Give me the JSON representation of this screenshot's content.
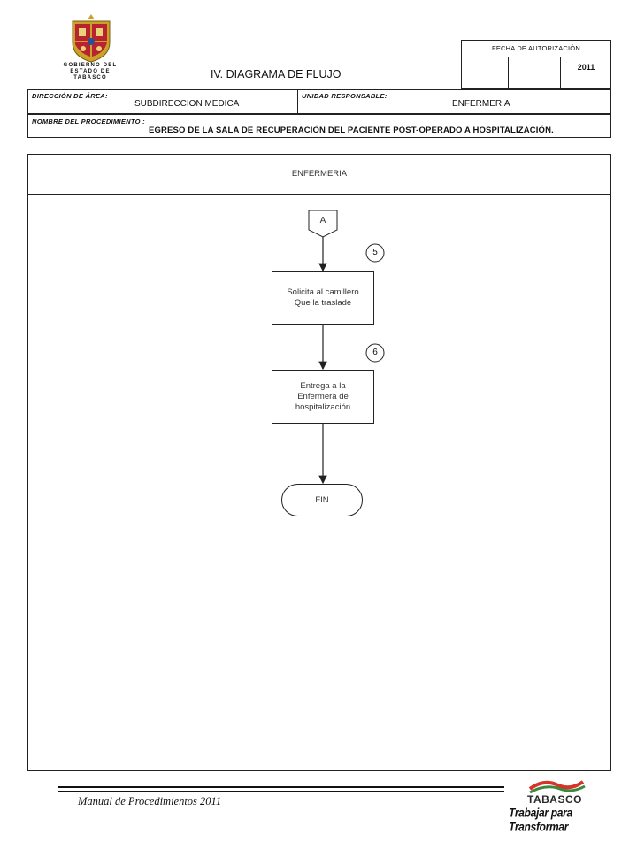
{
  "header": {
    "logo_text": "GOBIERNO DEL\nESTADO DE\nTABASCO",
    "title": "IV. DIAGRAMA  DE FLUJO",
    "fecha_label": "FECHA DE AUTORIZACIÓN",
    "year": "2011",
    "direccion_label": "DIRECCIÓN DE ÁREA:",
    "direccion_value": "SUBDIRECCION MEDICA",
    "unidad_label": "UNIDAD RESPONSABLE:",
    "unidad_value": "ENFERMERIA",
    "procedimiento_label": "NOMBRE DEL PROCEDIMIENTO :",
    "procedimiento_value": "EGRESO DE LA SALA DE RECUPERACIÓN DEL PACIENTE POST-OPERADO A HOSPITALIZACIÓN."
  },
  "diagram": {
    "lane_title": "ENFERMERIA",
    "connector_label": "A",
    "steps": [
      {
        "number": "5",
        "text": "Solicita al camillero\nQue la traslade"
      },
      {
        "number": "6",
        "text": "Entrega a la\nEnfermera de\nhospitalización"
      }
    ],
    "end_label": "FIN"
  },
  "footer": {
    "manual_text": "Manual de Procedimientos 2011",
    "brand_name": "TABASCO",
    "brand_tagline": "Trabajar para Transformar"
  },
  "colors": {
    "line": "#222222",
    "logo_red": "#b8232f",
    "logo_gold": "#c9a227",
    "brand_red": "#d6342a",
    "brand_green": "#3a8a3e"
  }
}
